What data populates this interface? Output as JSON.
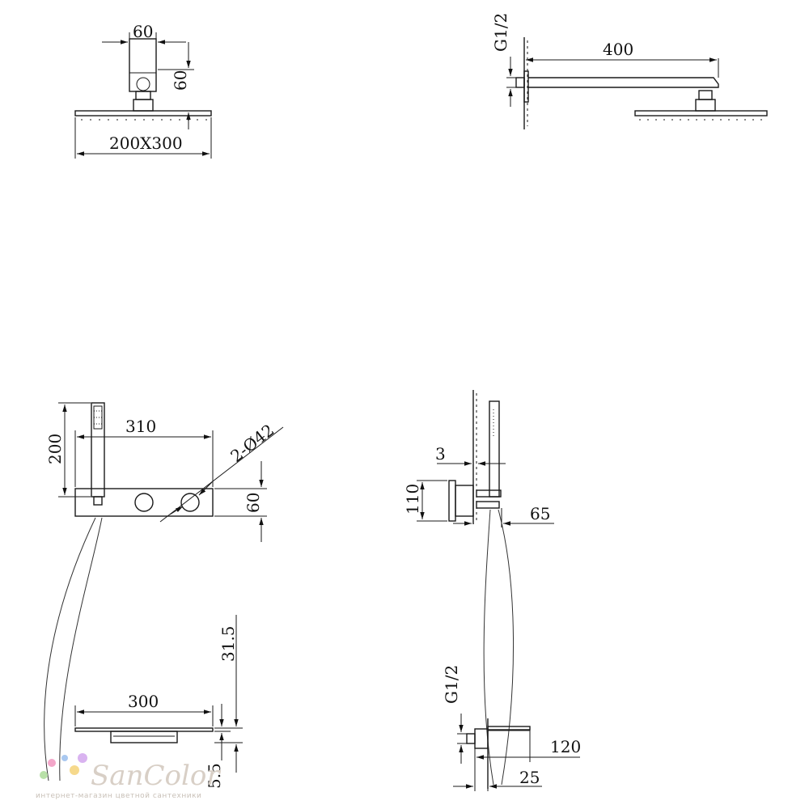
{
  "views": {
    "head_front": {
      "width": "60",
      "height": "60",
      "plate": "200X300"
    },
    "head_side": {
      "thread": "G1/2",
      "arm_length": "400"
    },
    "panel_front": {
      "handshower_height": "200",
      "body_width": "310",
      "holes": "2-Ø42",
      "body_height": "60"
    },
    "panel_side": {
      "wall_gap": "3",
      "box_height": "110",
      "depth": "65"
    },
    "spout_front": {
      "width": "300",
      "height": "31.5",
      "thickness": "5.5"
    },
    "spout_side": {
      "thread": "G1/2",
      "length": "120",
      "offset": "25"
    }
  },
  "watermark": {
    "brand": "SanColor",
    "tagline": "интернет-магазин цветной сантехники",
    "dot_colors": [
      "#f3a6c9",
      "#a9c8f0",
      "#b8e0a8",
      "#f6d98c",
      "#d9b3f0"
    ]
  }
}
